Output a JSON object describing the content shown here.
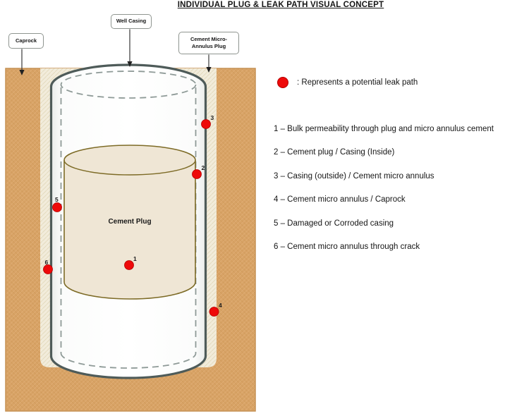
{
  "title": "INDIVIDUAL PLUG & LEAK PATH VISUAL CONCEPT",
  "callouts": {
    "caprock": "Caprock",
    "well_casing": "Well Casing",
    "cement_micro_annulus_line1": "Cement Micro-",
    "cement_micro_annulus_line2": "Annulus Plug"
  },
  "diagram": {
    "cement_plug_label": "Cement Plug",
    "leak_points": [
      {
        "n": "1"
      },
      {
        "n": "2"
      },
      {
        "n": "3"
      },
      {
        "n": "4"
      },
      {
        "n": "5"
      },
      {
        "n": "6"
      }
    ]
  },
  "legend": {
    "text": ": Represents a potential leak path"
  },
  "leak_paths": [
    "1 – Bulk permeability through plug and micro annulus cement",
    "2 – Cement plug / Casing (Inside)",
    "3 – Casing (outside) / Cement micro annulus",
    "4 – Cement micro annulus / Caprock",
    "5 – Damaged or Corroded casing",
    "6 – Cement micro annulus through crack"
  ],
  "colors": {
    "caprock": "#d9a466",
    "caprock_border": "#c59154",
    "micro_annulus_cement": "#f2ecdb",
    "casing_outline": "#4e5b59",
    "casing_inner_dash": "#8e9a97",
    "plug_fill": "#efe6d5",
    "plug_outline": "#7d6b26",
    "leak_red": "#ee0a0a"
  }
}
